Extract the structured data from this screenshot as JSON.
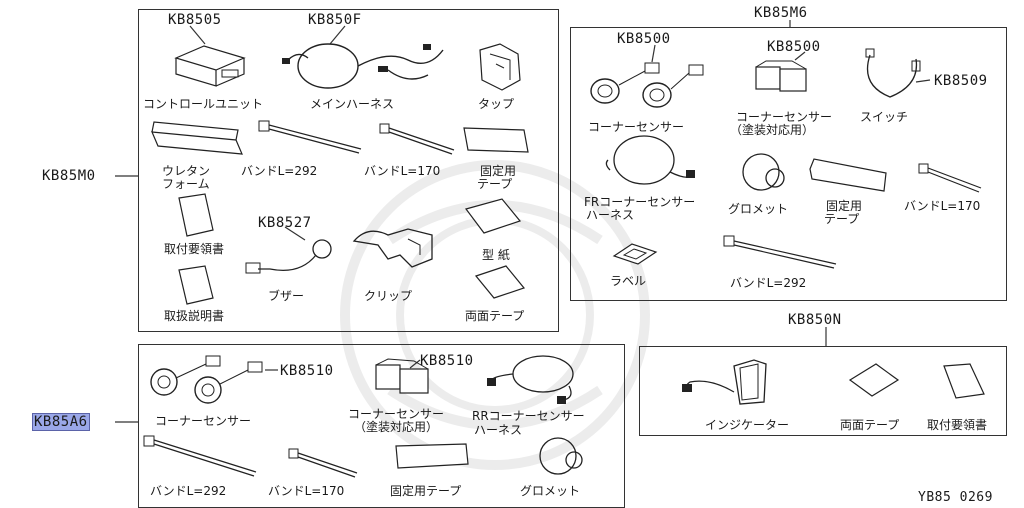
{
  "groups": {
    "kb85m0": {
      "code": "KB85M0",
      "items": {
        "control_unit": {
          "code": "KB8505",
          "label": "コントロールユニット"
        },
        "main_harness": {
          "code": "KB850F",
          "label": "メインハーネス"
        },
        "tap": {
          "label": "タップ"
        },
        "urethane": {
          "label1": "ウレタン",
          "label2": "フォーム"
        },
        "band292": {
          "label": "バンドL=292"
        },
        "band170": {
          "label": "バンドL=170"
        },
        "fixing_tape": {
          "label1": "固定用",
          "label2": "テープ"
        },
        "install_manual": {
          "label": "取付要領書"
        },
        "buzzer": {
          "code": "KB8527",
          "label": "ブザー"
        },
        "clip": {
          "label": "クリップ"
        },
        "template": {
          "label": "型 紙"
        },
        "handling_manual": {
          "label": "取扱説明書"
        },
        "double_tape": {
          "label": "両面テープ"
        }
      }
    },
    "kb85m6": {
      "code": "KB85M6",
      "items": {
        "sensor": {
          "code": "KB8500",
          "label": "コーナーセンサー"
        },
        "sensor_painted": {
          "code": "KB8500",
          "label1": "コーナーセンサー",
          "label2": "（塗装対応用）"
        },
        "switch": {
          "code": "KB8509",
          "label": "スイッチ"
        },
        "fr_harness": {
          "label1": "FRコーナーセンサー",
          "label2": "ハーネス"
        },
        "grommet": {
          "label": "グロメット"
        },
        "fixing_tape": {
          "label1": "固定用",
          "label2": "テープ"
        },
        "band170": {
          "label": "バンドL=170"
        },
        "label_sticker": {
          "label": "ラベル"
        },
        "band292": {
          "label": "バンドL=292"
        }
      }
    },
    "kb850n": {
      "code": "KB850N",
      "items": {
        "indicator": {
          "label": "インジケーター"
        },
        "double_tape": {
          "label": "両面テープ"
        },
        "install_manual": {
          "label": "取付要領書"
        }
      }
    },
    "kb85a6": {
      "code": "KB85A6",
      "items": {
        "sensor": {
          "code": "KB8510",
          "label": "コーナーセンサー"
        },
        "sensor_painted": {
          "code": "KB8510",
          "label1": "コーナーセンサー",
          "label2": "（塗装対応用）"
        },
        "rr_harness": {
          "label1": "RRコーナーセンサー",
          "label2": "ハーネス"
        },
        "band292": {
          "label": "バンドL=292"
        },
        "band170": {
          "label": "バンドL=170"
        },
        "fixing_tape": {
          "label": "固定用テープ"
        },
        "grommet": {
          "label": "グロメット"
        }
      }
    }
  },
  "footer": {
    "figure_id": "YB85 0269"
  },
  "colors": {
    "line": "#333333",
    "highlight": "#9aa7e8"
  }
}
